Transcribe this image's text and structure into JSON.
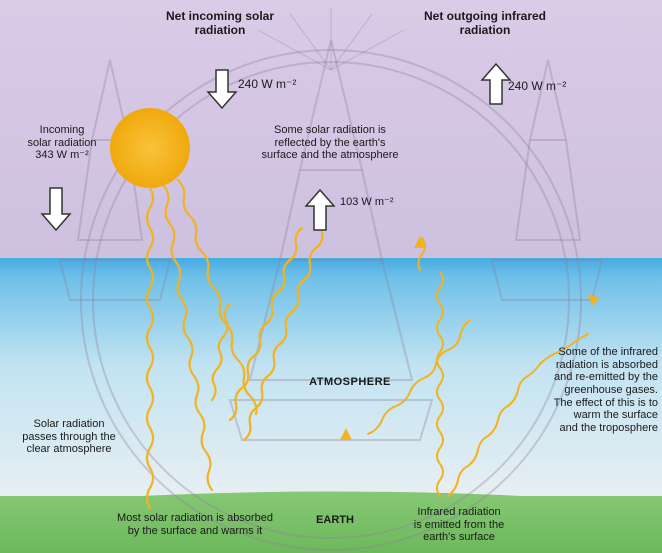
{
  "colors": {
    "sky_top": "#d8c9e6",
    "sky_bottom": "#cfc3e2",
    "atmosphere_top": "#4aaee2",
    "atmosphere_mid": "#bfe2f2",
    "atmosphere_low": "#e9f0f4",
    "earth": "#7bc06a",
    "sun": "#f5b51a",
    "ray": "#f2b320",
    "watermark": "#9a8aa8"
  },
  "labels": {
    "net_incoming_line1": "Net incoming solar",
    "net_incoming_line2": "radiation",
    "net_incoming_value": "240 W m⁻²",
    "net_outgoing_line1": "Net outgoing infrared",
    "net_outgoing_line2": "radiation",
    "net_outgoing_value": "240 W m⁻²",
    "incoming_line1": "Incoming",
    "incoming_line2": "solar radiation",
    "incoming_line3": "343 W m⁻²",
    "reflected_line1": "Some solar radiation is",
    "reflected_line2": "reflected by the earth's",
    "reflected_line3": "surface and the atmosphere",
    "reflected_value": "103 W m⁻²",
    "atmosphere": "ATMOSPHERE",
    "passes_line1": "Solar radiation",
    "passes_line2": "passes through the",
    "passes_line3": "clear atmosphere",
    "greenhouse_line1": "Some of the infrared",
    "greenhouse_line2": "radiation is absorbed",
    "greenhouse_line3": "and re-emitted by the",
    "greenhouse_line4": "greenhouse gases.",
    "greenhouse_line5": "The effect of this is to",
    "greenhouse_line6": "warm the surface",
    "greenhouse_line7": "and the troposphere",
    "earth": "EARTH",
    "absorbed_line1": "Most solar radiation is absorbed",
    "absorbed_line2": "by the surface and warms it",
    "emitted_line1": "Infrared radiation",
    "emitted_line2": "is emitted from the",
    "emitted_line3": "earth's surface"
  },
  "icons": {
    "sun": "sun-icon",
    "arrow_down": "arrow-down-icon",
    "arrow_up": "arrow-up-icon",
    "watermark": "temple-watermark-icon"
  }
}
